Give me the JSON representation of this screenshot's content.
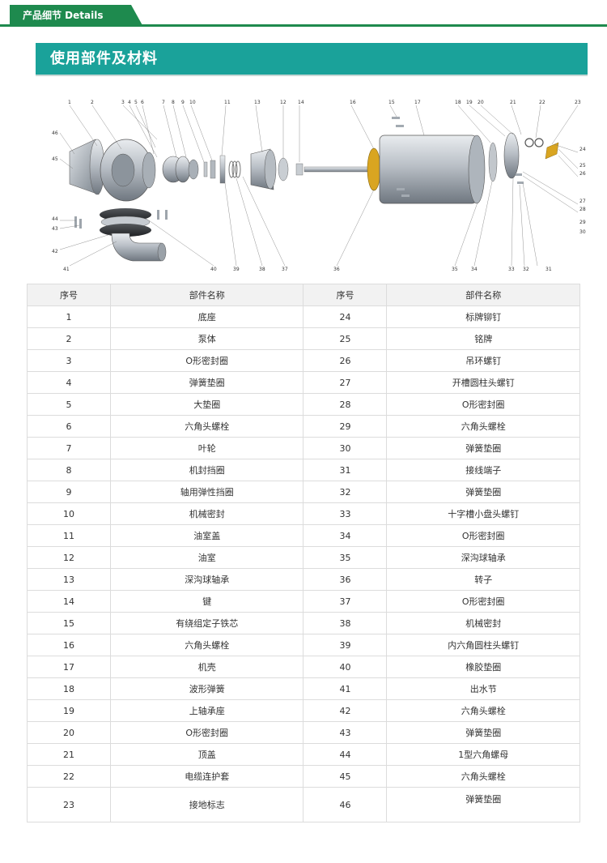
{
  "header": {
    "tab_title": "产品细节 Details"
  },
  "section": {
    "title": "使用部件及材料"
  },
  "diagram": {
    "callouts": [
      "1",
      "2",
      "3",
      "4",
      "5",
      "6",
      "7",
      "8",
      "9",
      "10",
      "11",
      "12",
      "13",
      "14",
      "15",
      "16",
      "17",
      "18",
      "19",
      "20",
      "21",
      "22",
      "23",
      "24",
      "25",
      "26",
      "27",
      "28",
      "29",
      "30",
      "31",
      "32",
      "33",
      "34",
      "35",
      "36",
      "37",
      "38",
      "39",
      "40",
      "41",
      "42",
      "43",
      "44",
      "45",
      "46"
    ]
  },
  "table": {
    "headers": {
      "no": "序号",
      "name": "部件名称"
    },
    "rows": [
      {
        "l_no": "1",
        "l_name": "底座",
        "r_no": "24",
        "r_name": "标牌铆钉"
      },
      {
        "l_no": "2",
        "l_name": "泵体",
        "r_no": "25",
        "r_name": "铭牌"
      },
      {
        "l_no": "3",
        "l_name": "O形密封圈",
        "r_no": "26",
        "r_name": "吊环螺钉"
      },
      {
        "l_no": "4",
        "l_name": "弹簧垫圈",
        "r_no": "27",
        "r_name": "开槽圆柱头螺钉"
      },
      {
        "l_no": "5",
        "l_name": "大垫圈",
        "r_no": "28",
        "r_name": "O形密封圈"
      },
      {
        "l_no": "6",
        "l_name": "六角头螺栓",
        "r_no": "29",
        "r_name": "六角头螺栓"
      },
      {
        "l_no": "7",
        "l_name": "叶轮",
        "r_no": "30",
        "r_name": "弹簧垫圈"
      },
      {
        "l_no": "8",
        "l_name": "机封挡圈",
        "r_no": "31",
        "r_name": "接线端子"
      },
      {
        "l_no": "9",
        "l_name": "轴用弹性挡圈",
        "r_no": "32",
        "r_name": "弹簧垫圈"
      },
      {
        "l_no": "10",
        "l_name": "机械密封",
        "r_no": "33",
        "r_name": "十字槽小盘头螺钉"
      },
      {
        "l_no": "11",
        "l_name": "油室盖",
        "r_no": "34",
        "r_name": "O形密封圈"
      },
      {
        "l_no": "12",
        "l_name": "油室",
        "r_no": "35",
        "r_name": "深沟球轴承"
      },
      {
        "l_no": "13",
        "l_name": "深沟球轴承",
        "r_no": "36",
        "r_name": "转子"
      },
      {
        "l_no": "14",
        "l_name": "键",
        "r_no": "37",
        "r_name": "O形密封圈"
      },
      {
        "l_no": "15",
        "l_name": "有绕组定子铁芯",
        "r_no": "38",
        "r_name": "机械密封"
      },
      {
        "l_no": "16",
        "l_name": "六角头螺栓",
        "r_no": "39",
        "r_name": "内六角圆柱头螺钉"
      },
      {
        "l_no": "17",
        "l_name": "机壳",
        "r_no": "40",
        "r_name": "橡胶垫圈"
      },
      {
        "l_no": "18",
        "l_name": "波形弹簧",
        "r_no": "41",
        "r_name": "出水节"
      },
      {
        "l_no": "19",
        "l_name": "上轴承座",
        "r_no": "42",
        "r_name": "六角头螺栓"
      },
      {
        "l_no": "20",
        "l_name": "O形密封圈",
        "r_no": "43",
        "r_name": "弹簧垫圈"
      },
      {
        "l_no": "21",
        "l_name": "顶盖",
        "r_no": "44",
        "r_name": "1型六角螺母"
      },
      {
        "l_no": "22",
        "l_name": "电缆连护套",
        "r_no": "45",
        "r_name": "六角头螺栓"
      },
      {
        "l_no": "23",
        "l_name": "接地标志",
        "r_no": "46",
        "r_name": "弹簧垫圈"
      }
    ]
  }
}
